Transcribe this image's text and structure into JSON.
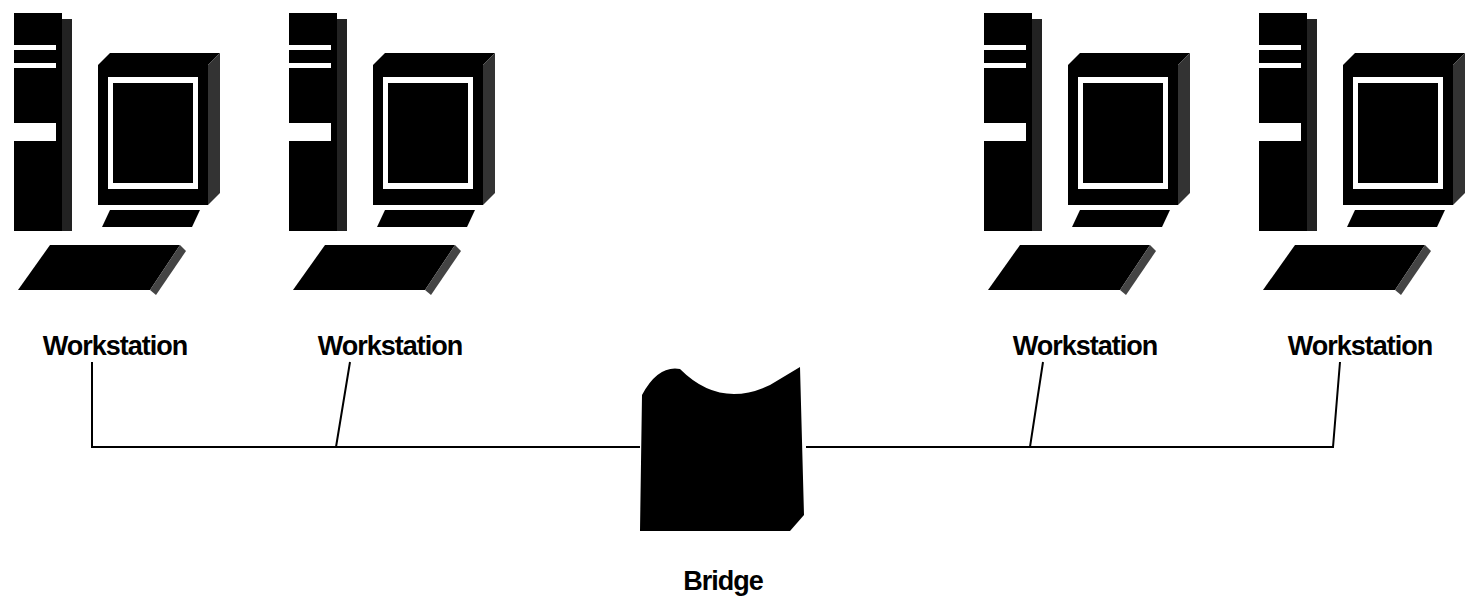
{
  "diagram": {
    "nodes": [
      {
        "text": [
          "Workstation"
        ]
      },
      {
        "text": [
          "Workstation"
        ]
      },
      {
        "text": [
          "Workstation"
        ]
      },
      {
        "text": [
          "Workstation"
        ]
      },
      {
        "text": [
          "Bridge"
        ]
      }
    ],
    "edges": [
      {
        "from": 0,
        "to": 4,
        "arrow": "none"
      },
      {
        "from": 1,
        "to": 4,
        "arrow": "none"
      },
      {
        "from": 4,
        "to": 2,
        "arrow": "none"
      },
      {
        "from": 4,
        "to": 3,
        "arrow": "none"
      }
    ]
  }
}
